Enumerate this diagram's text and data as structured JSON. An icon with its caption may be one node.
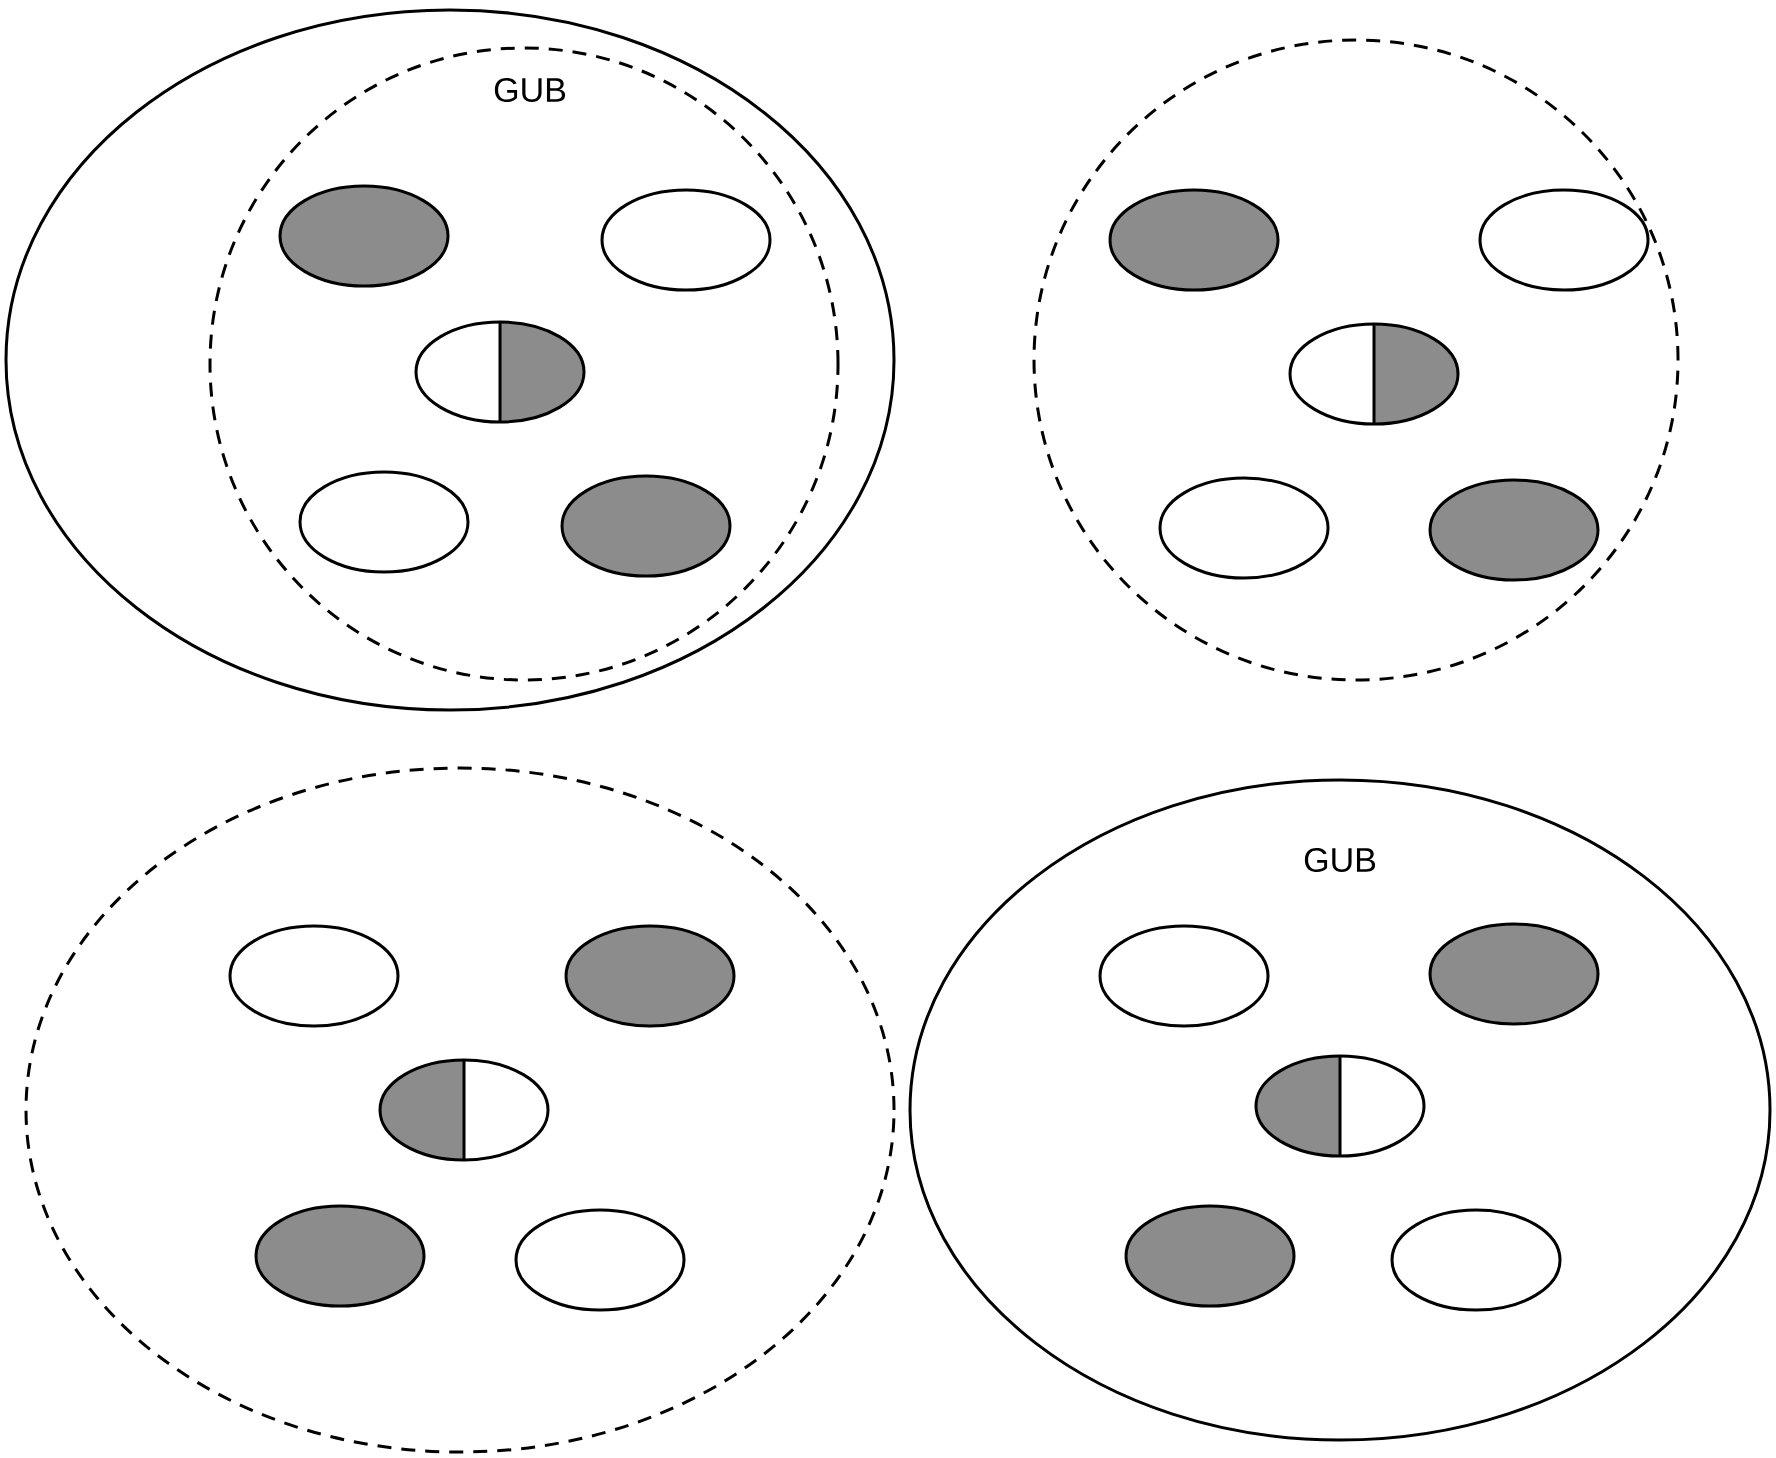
{
  "diagram": {
    "nodes": [
      {
        "text": [],
        "shape": "circle"
      },
      {
        "text": [
          "GUB"
        ],
        "in": 0
      },
      {
        "text": [],
        "shape": "ellipse",
        "in": 1
      },
      {
        "text": [],
        "shape": "ellipse",
        "in": 1
      },
      {
        "text": [],
        "shape": "ellipse",
        "in": 1
      },
      {
        "text": [],
        "shape": "ellipse",
        "in": 1
      },
      {
        "text": [],
        "shape": "ellipse",
        "in": 1
      },
      {
        "text": [],
        "shape": "circle"
      },
      {
        "text": [],
        "shape": "ellipse",
        "in": 7
      },
      {
        "text": [],
        "shape": "ellipse",
        "in": 7
      },
      {
        "text": [],
        "shape": "ellipse",
        "in": 7
      },
      {
        "text": [],
        "shape": "ellipse",
        "in": 7
      },
      {
        "text": [],
        "shape": "ellipse",
        "in": 7
      },
      {
        "text": [],
        "shape": "circle"
      },
      {
        "text": [],
        "shape": "ellipse",
        "in": 13
      },
      {
        "text": [],
        "shape": "ellipse",
        "in": 13
      },
      {
        "text": [],
        "shape": "ellipse",
        "in": 13
      },
      {
        "text": [],
        "shape": "ellipse",
        "in": 13
      },
      {
        "text": [],
        "shape": "ellipse",
        "in": 13
      },
      {
        "text": [
          "GUB"
        ]
      },
      {
        "text": [],
        "shape": "ellipse",
        "in": 19
      },
      {
        "text": [],
        "shape": "ellipse",
        "in": 19
      },
      {
        "text": [],
        "shape": "ellipse",
        "in": 19
      },
      {
        "text": [],
        "shape": "ellipse",
        "in": 19
      },
      {
        "text": [],
        "shape": "ellipse",
        "in": 19
      }
    ]
  }
}
